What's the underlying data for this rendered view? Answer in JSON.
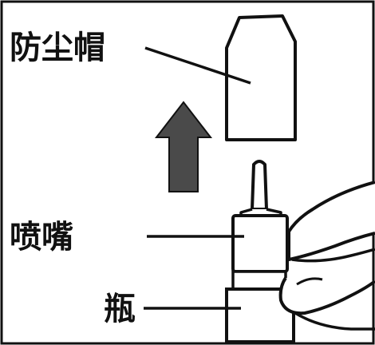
{
  "labels": {
    "dust_cap": "防尘帽",
    "nozzle": "喷嘴",
    "bottle": "瓶"
  },
  "colors": {
    "line": "#111111",
    "arrow_fill": "#4a4a4a",
    "background": "#ffffff"
  }
}
